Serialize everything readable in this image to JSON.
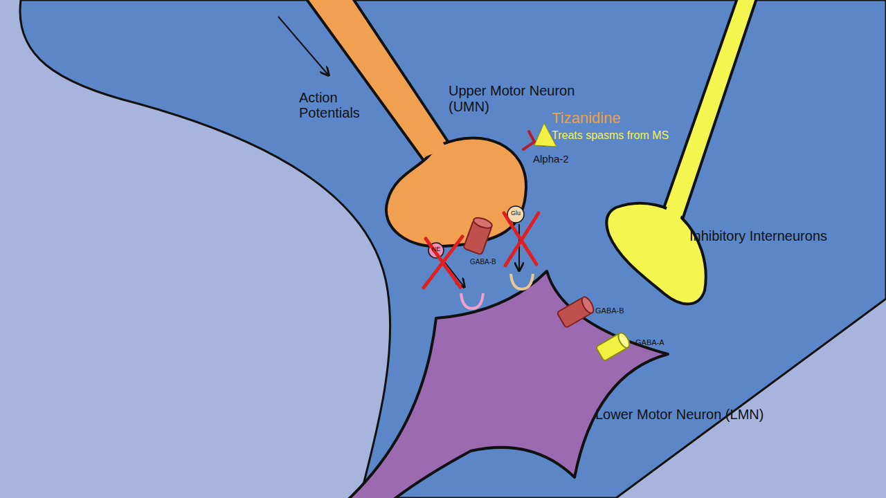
{
  "diagram": {
    "nodes": [
      {
        "text": [
          "Upper Motor Neuron (UMN)"
        ]
      },
      {
        "text": [
          "Inhibitory Interneurons"
        ]
      },
      {
        "text": [
          "Lower Motor Neuron (LMN)"
        ]
      }
    ],
    "labels": [
      "Action Potentials",
      "Tizanidine",
      "Treats spasms from MS",
      "Alpha-2",
      "NE",
      "Glu",
      "GABA-B",
      "GABA-B",
      "GABA-A"
    ]
  }
}
